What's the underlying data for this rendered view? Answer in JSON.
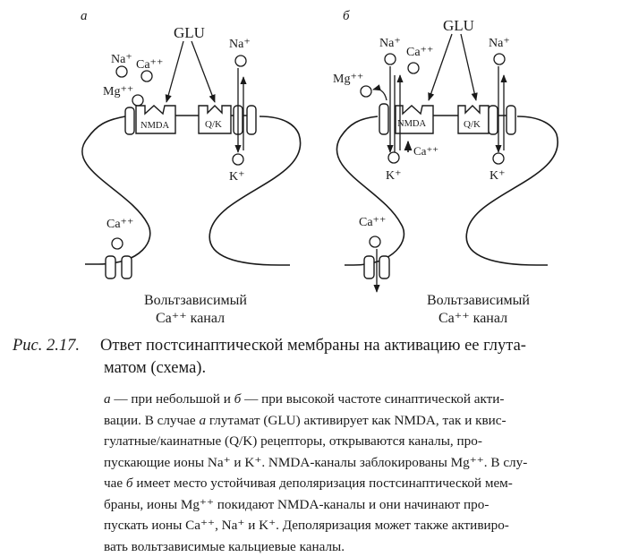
{
  "panels": [
    {
      "letter": "а",
      "glu": "GLU",
      "na_left": "Na⁺",
      "ca_left": "Ca⁺⁺",
      "mg": "Mg⁺⁺",
      "nmda": "NMDA",
      "qk": "Q/K",
      "na_right": "Na⁺",
      "k_right": "K⁺",
      "ca_bottom": "Ca⁺⁺",
      "vchannel_line1": "Вольтзависимый",
      "vchannel_line2": "Ca⁺⁺ канал"
    },
    {
      "letter": "б",
      "glu": "GLU",
      "na_left": "Na⁺",
      "ca_left": "Ca⁺⁺",
      "mg": "Mg⁺⁺",
      "nmda": "NMDA",
      "qk": "Q/K",
      "na_right": "Na⁺",
      "ca_inner": "Ca⁺⁺",
      "k_left": "K⁺",
      "k_right": "K⁺",
      "ca_bottom": "Ca⁺⁺",
      "vchannel_line1": "Вольтзависимый",
      "vchannel_line2": "Ca⁺⁺ канал"
    }
  ],
  "caption": {
    "label": "Рис. 2.17.",
    "title_line1": "Ответ постсинаптической мембраны на активацию ее глута-",
    "title_line2": "матом (схема)."
  },
  "description": {
    "line1_a": "а",
    "line1_rest": " — при небольшой и ",
    "line1_b": "б",
    "line1_end": " — при высокой частоте синаптической акти-",
    "line2_start": "вации. В случае ",
    "line2_a": "а",
    "line2_end": " глутамат (GLU) активирует как NMDA, так  и квис-",
    "line3": "гулатные/каинатные (Q/K) рецепторы, открываются каналы, про-",
    "line4": "пускающие ионы Na⁺ и K⁺. NMDA-каналы заблокированы Mg⁺⁺. В слу-",
    "line5_start": "чае ",
    "line5_b": "б",
    "line5_end": " имеет место устойчивая деполяризация постсинаптической мем-",
    "line6": "браны, ионы Mg⁺⁺ покидают NMDA-каналы и они начинают про-",
    "line7": "пускать ионы Ca⁺⁺, Na⁺ и K⁺. Деполяризация может также активиро-",
    "line8": "вать вольтзависимые кальциевые каналы."
  }
}
